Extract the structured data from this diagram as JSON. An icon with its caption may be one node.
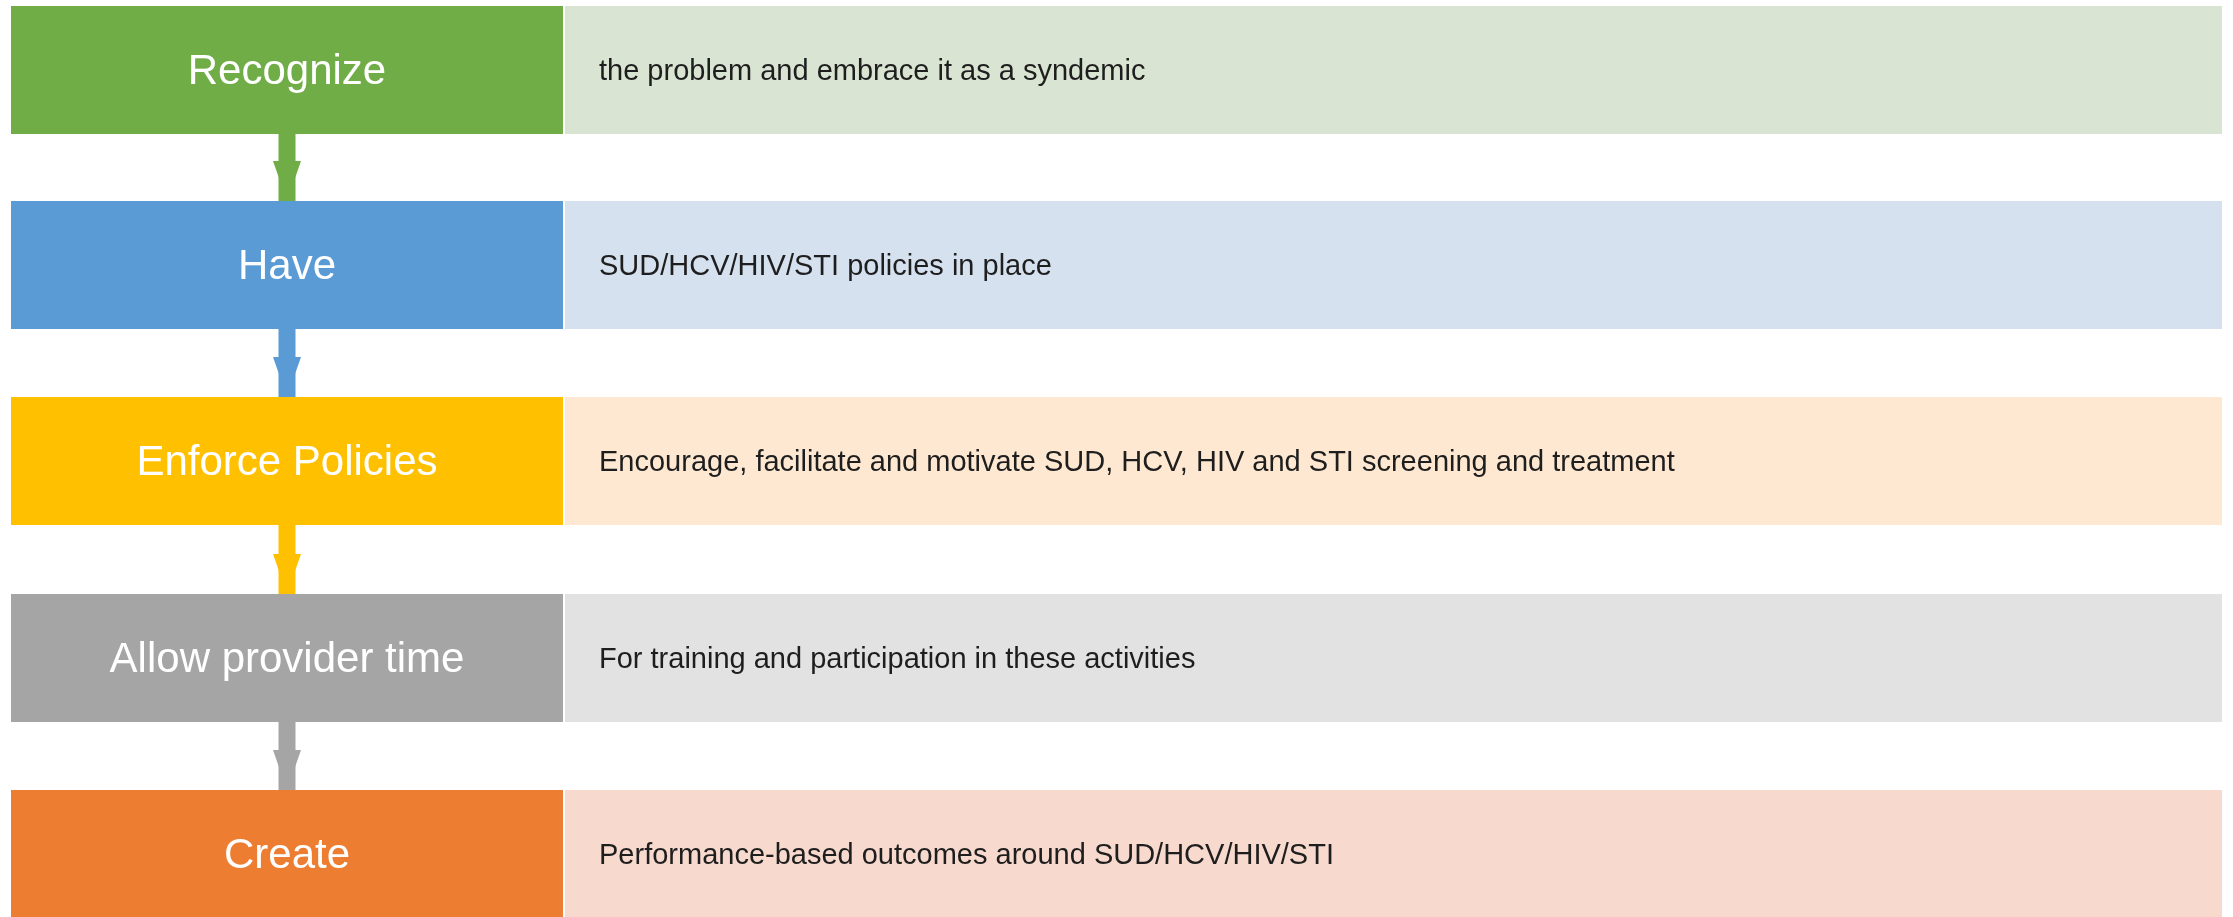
{
  "diagram": {
    "nodes": [
      {
        "text": [
          "Recognize"
        ]
      },
      {
        "text": [
          "the problem and embrace it as a syndemic"
        ]
      },
      {
        "text": [
          "Have"
        ]
      },
      {
        "text": [
          "SUD/HCV/HIV/STI policies in place"
        ]
      },
      {
        "text": [
          "Enforce Policies"
        ]
      },
      {
        "text": [
          "Encourage, facilitate and motivate SUD, HCV, HIV and STI screening and treatment"
        ]
      },
      {
        "text": [
          "Allow provider time"
        ]
      },
      {
        "text": [
          "For training and participation in these activities"
        ]
      },
      {
        "text": [
          "Create"
        ]
      },
      {
        "text": [
          "Performance-based outcomes around SUD/HCV/HIV/STI"
        ]
      }
    ],
    "edges": [
      {
        "from": 0,
        "to": 2,
        "arrow": "to",
        "color": "#70ad47"
      },
      {
        "from": 2,
        "to": 4,
        "arrow": "to",
        "color": "#5b9bd5"
      },
      {
        "from": 4,
        "to": 6,
        "arrow": "to",
        "color": "#ffc000"
      },
      {
        "from": 6,
        "to": 8,
        "arrow": "to",
        "color": "#a5a5a5"
      }
    ]
  }
}
